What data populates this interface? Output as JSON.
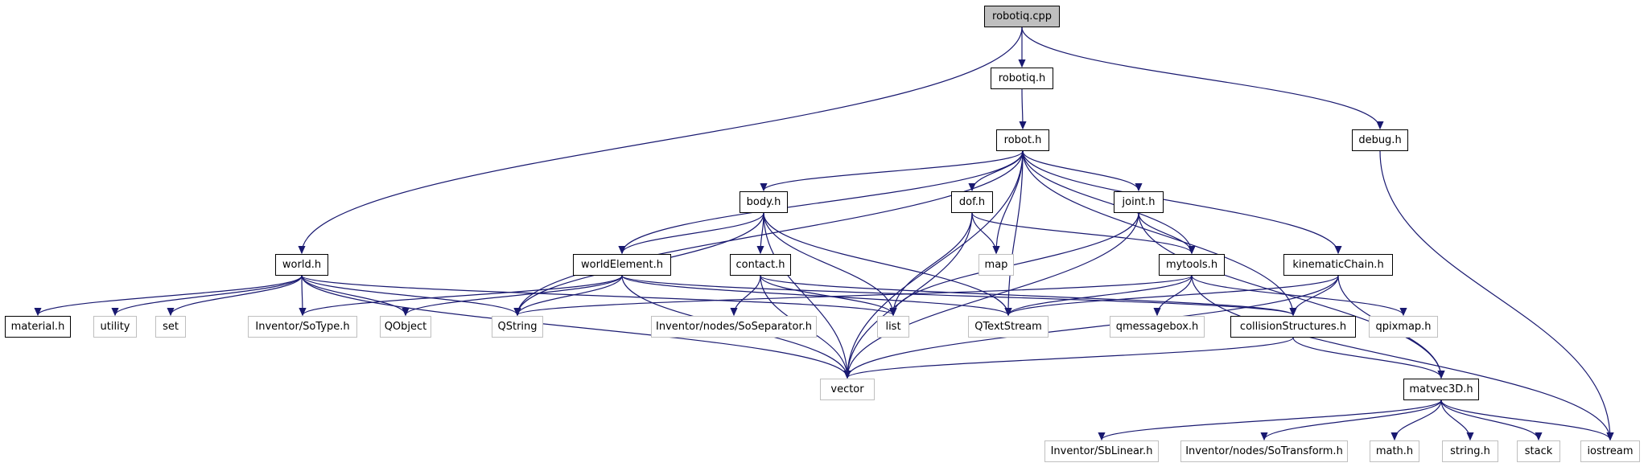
{
  "graph": {
    "root": "robotiq.cpp",
    "edge_color": "#191970",
    "root_fill": "#bfbfbf",
    "system_border": "#bfbfbf",
    "nodes": [
      {
        "id": "robotiq_cpp",
        "label": "robotiq.cpp",
        "kind": "root"
      },
      {
        "id": "robotiq_h",
        "label": "robotiq.h",
        "kind": "local"
      },
      {
        "id": "robot_h",
        "label": "robot.h",
        "kind": "local"
      },
      {
        "id": "debug_h",
        "label": "debug.h",
        "kind": "local"
      },
      {
        "id": "body_h",
        "label": "body.h",
        "kind": "local"
      },
      {
        "id": "dof_h",
        "label": "dof.h",
        "kind": "local"
      },
      {
        "id": "joint_h",
        "label": "joint.h",
        "kind": "local"
      },
      {
        "id": "world_h",
        "label": "world.h",
        "kind": "local"
      },
      {
        "id": "worldElement_h",
        "label": "worldElement.h",
        "kind": "local"
      },
      {
        "id": "contact_h",
        "label": "contact.h",
        "kind": "local"
      },
      {
        "id": "map",
        "label": "map",
        "kind": "system"
      },
      {
        "id": "mytools_h",
        "label": "mytools.h",
        "kind": "local"
      },
      {
        "id": "kinematicChain_h",
        "label": "kinematicChain.h",
        "kind": "local"
      },
      {
        "id": "material_h",
        "label": "material.h",
        "kind": "local"
      },
      {
        "id": "utility",
        "label": "utility",
        "kind": "system"
      },
      {
        "id": "set",
        "label": "set",
        "kind": "system"
      },
      {
        "id": "SoType_h",
        "label": "Inventor/SoType.h",
        "kind": "system"
      },
      {
        "id": "QObject",
        "label": "QObject",
        "kind": "system"
      },
      {
        "id": "QString",
        "label": "QString",
        "kind": "system"
      },
      {
        "id": "SoSeparator_h",
        "label": "Inventor/nodes/SoSeparator.h",
        "kind": "system"
      },
      {
        "id": "list",
        "label": "list",
        "kind": "system"
      },
      {
        "id": "QTextStream",
        "label": "QTextStream",
        "kind": "system"
      },
      {
        "id": "qmessagebox_h",
        "label": "qmessagebox.h",
        "kind": "system"
      },
      {
        "id": "collisionStructures_h",
        "label": "collisionStructures.h",
        "kind": "local"
      },
      {
        "id": "qpixmap_h",
        "label": "qpixmap.h",
        "kind": "system"
      },
      {
        "id": "vector",
        "label": "vector",
        "kind": "system"
      },
      {
        "id": "matvec3D_h",
        "label": "matvec3D.h",
        "kind": "local"
      },
      {
        "id": "SbLinear_h",
        "label": "Inventor/SbLinear.h",
        "kind": "system"
      },
      {
        "id": "SoTransform_h",
        "label": "Inventor/nodes/SoTransform.h",
        "kind": "system"
      },
      {
        "id": "math_h",
        "label": "math.h",
        "kind": "system"
      },
      {
        "id": "string_h",
        "label": "string.h",
        "kind": "system"
      },
      {
        "id": "stack",
        "label": "stack",
        "kind": "system"
      },
      {
        "id": "iostream",
        "label": "iostream",
        "kind": "system"
      }
    ],
    "edges": [
      [
        "robotiq_cpp",
        "robotiq_h"
      ],
      [
        "robotiq_cpp",
        "world_h"
      ],
      [
        "robotiq_cpp",
        "debug_h"
      ],
      [
        "robotiq_h",
        "robot_h"
      ],
      [
        "robot_h",
        "body_h"
      ],
      [
        "robot_h",
        "dof_h"
      ],
      [
        "robot_h",
        "joint_h"
      ],
      [
        "robot_h",
        "map"
      ],
      [
        "robot_h",
        "QTextStream"
      ],
      [
        "robot_h",
        "mytools_h"
      ],
      [
        "robot_h",
        "kinematicChain_h"
      ],
      [
        "robot_h",
        "collisionStructures_h"
      ],
      [
        "robot_h",
        "worldElement_h"
      ],
      [
        "robot_h",
        "QString"
      ],
      [
        "robot_h",
        "vector"
      ],
      [
        "debug_h",
        "iostream"
      ],
      [
        "body_h",
        "worldElement_h"
      ],
      [
        "body_h",
        "contact_h"
      ],
      [
        "body_h",
        "QString"
      ],
      [
        "body_h",
        "list"
      ],
      [
        "body_h",
        "QTextStream"
      ],
      [
        "body_h",
        "vector"
      ],
      [
        "dof_h",
        "map"
      ],
      [
        "dof_h",
        "mytools_h"
      ],
      [
        "dof_h",
        "list"
      ],
      [
        "dof_h",
        "vector"
      ],
      [
        "joint_h",
        "mytools_h"
      ],
      [
        "joint_h",
        "list"
      ],
      [
        "joint_h",
        "vector"
      ],
      [
        "joint_h",
        "matvec3D_h"
      ],
      [
        "world_h",
        "material_h"
      ],
      [
        "world_h",
        "utility"
      ],
      [
        "world_h",
        "set"
      ],
      [
        "world_h",
        "SoType_h"
      ],
      [
        "world_h",
        "QObject"
      ],
      [
        "world_h",
        "QString"
      ],
      [
        "world_h",
        "list"
      ],
      [
        "world_h",
        "vector"
      ],
      [
        "worldElement_h",
        "SoType_h"
      ],
      [
        "worldElement_h",
        "QObject"
      ],
      [
        "worldElement_h",
        "QString"
      ],
      [
        "worldElement_h",
        "QTextStream"
      ],
      [
        "worldElement_h",
        "vector"
      ],
      [
        "worldElement_h",
        "collisionStructures_h"
      ],
      [
        "contact_h",
        "SoSeparator_h"
      ],
      [
        "contact_h",
        "list"
      ],
      [
        "contact_h",
        "vector"
      ],
      [
        "contact_h",
        "collisionStructures_h"
      ],
      [
        "mytools_h",
        "QString"
      ],
      [
        "mytools_h",
        "QTextStream"
      ],
      [
        "mytools_h",
        "qmessagebox_h"
      ],
      [
        "mytools_h",
        "qpixmap_h"
      ],
      [
        "mytools_h",
        "iostream"
      ],
      [
        "kinematicChain_h",
        "QTextStream"
      ],
      [
        "kinematicChain_h",
        "collisionStructures_h"
      ],
      [
        "kinematicChain_h",
        "vector"
      ],
      [
        "kinematicChain_h",
        "matvec3D_h"
      ],
      [
        "collisionStructures_h",
        "vector"
      ],
      [
        "collisionStructures_h",
        "matvec3D_h"
      ],
      [
        "matvec3D_h",
        "SbLinear_h"
      ],
      [
        "matvec3D_h",
        "SoTransform_h"
      ],
      [
        "matvec3D_h",
        "math_h"
      ],
      [
        "matvec3D_h",
        "string_h"
      ],
      [
        "matvec3D_h",
        "stack"
      ],
      [
        "matvec3D_h",
        "iostream"
      ]
    ]
  }
}
